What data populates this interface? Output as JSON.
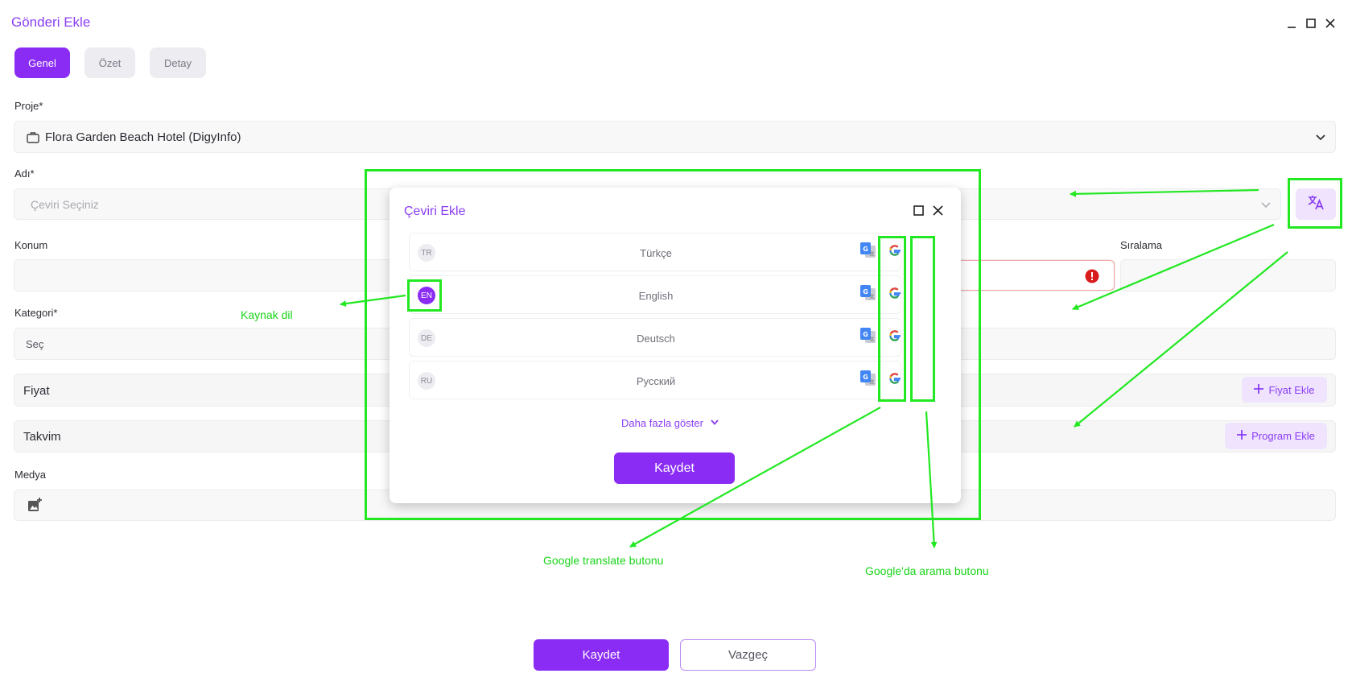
{
  "window": {
    "title": "Gönderi Ekle"
  },
  "tabs": [
    {
      "label": "Genel"
    },
    {
      "label": "Özet"
    },
    {
      "label": "Detay"
    }
  ],
  "form": {
    "project_label": "Proje*",
    "project_value": "Flora Garden Beach Hotel (DigyInfo)",
    "name_label": "Adı*",
    "name_placeholder": "Çeviri Seçiniz",
    "location_label": "Konum",
    "order_label": "Sıralama",
    "category_label": "Kategori*",
    "category_placeholder": "Seç",
    "price_label": "Fiyat",
    "price_add_button": "Fiyat Ekle",
    "calendar_label": "Takvim",
    "program_add_button": "Program Ekle",
    "media_label": "Medya",
    "save_button": "Kaydet",
    "cancel_button": "Vazgeç"
  },
  "modal": {
    "title": "Çeviri Ekle",
    "languages": [
      {
        "code": "TR",
        "name": "Türkçe",
        "source": false
      },
      {
        "code": "EN",
        "name": "English",
        "source": true
      },
      {
        "code": "DE",
        "name": "Deutsch",
        "source": false
      },
      {
        "code": "RU",
        "name": "Русский",
        "source": false
      }
    ],
    "show_more": "Daha fazla göster",
    "save_button": "Kaydet"
  },
  "annotations": {
    "source_language": "Kaynak dil",
    "google_translate": "Google translate butonu",
    "google_search": "Google'da arama butonu"
  },
  "colors": {
    "accent": "#8a2cf4",
    "annotation": "#22e822",
    "error": "#e02020"
  }
}
